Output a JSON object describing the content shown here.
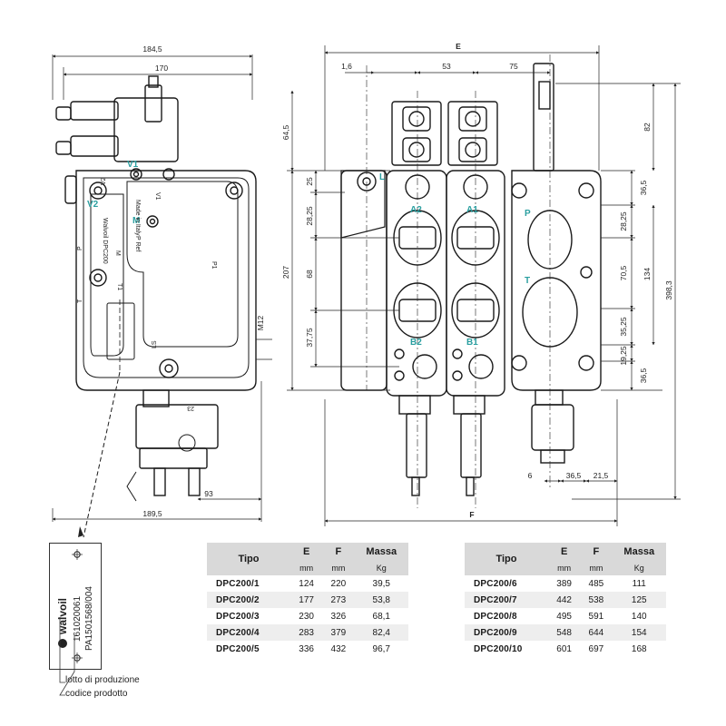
{
  "dimensions": {
    "left_view": {
      "overall_top": "184,5",
      "inner_top": "170",
      "overall_bottom": "189,5",
      "bottom_right": "93",
      "thread": "M12"
    },
    "center_view": {
      "E": "E",
      "F": "F",
      "offset": "1,6",
      "pitch": "53",
      "right_part": "75",
      "top_height": "64,5",
      "d25": "25",
      "d28_25": "28,25",
      "d68": "68",
      "d37_75": "37,75",
      "total_207": "207"
    },
    "right_view": {
      "d82": "82",
      "d36_5_top": "36,5",
      "d28_25": "28,25",
      "d70_5": "70,5",
      "d134": "134",
      "d35_25": "35,25",
      "d19_25": "19,25",
      "d36_5_bottom": "36,5",
      "total": "398,3",
      "bottom_6": "6",
      "bottom_36_5": "36,5",
      "bottom_21_5": "21,5"
    }
  },
  "ports": {
    "V1": "V1",
    "V2": "V2",
    "M": "M",
    "A1": "A1",
    "A2": "A2",
    "B1": "B1",
    "B2": "B2",
    "P": "P",
    "T": "T",
    "L": "L"
  },
  "body_marks": {
    "made_in_italy": "Made in Italy",
    "walvoil_dpc": "Walvoil DPC200",
    "v2": "V2",
    "v1": "V1",
    "m": "M",
    "p": "P",
    "t": "T",
    "p1": "P1",
    "t1": "T1",
    "ls": "LS",
    "pref": "P Ref",
    "n23": "23"
  },
  "label_card": {
    "brand": "walvoil",
    "lot_number": "161020061",
    "product_code": "PA1501568/004"
  },
  "legend": {
    "lot": "lotto di produzione",
    "code": "codice prodotto"
  },
  "table_left": {
    "headers": [
      "Tipo",
      "E",
      "F",
      "Massa"
    ],
    "units": [
      "",
      "mm",
      "mm",
      "Kg"
    ],
    "rows": [
      [
        "DPC200/1",
        "124",
        "220",
        "39,5"
      ],
      [
        "DPC200/2",
        "177",
        "273",
        "53,8"
      ],
      [
        "DPC200/3",
        "230",
        "326",
        "68,1"
      ],
      [
        "DPC200/4",
        "283",
        "379",
        "82,4"
      ],
      [
        "DPC200/5",
        "336",
        "432",
        "96,7"
      ]
    ]
  },
  "table_right": {
    "headers": [
      "Tipo",
      "E",
      "F",
      "Massa"
    ],
    "units": [
      "",
      "mm",
      "mm",
      "Kg"
    ],
    "rows": [
      [
        "DPC200/6",
        "389",
        "485",
        "111"
      ],
      [
        "DPC200/7",
        "442",
        "538",
        "125"
      ],
      [
        "DPC200/8",
        "495",
        "591",
        "140"
      ],
      [
        "DPC200/9",
        "548",
        "644",
        "154"
      ],
      [
        "DPC200/10",
        "601",
        "697",
        "168"
      ]
    ]
  }
}
